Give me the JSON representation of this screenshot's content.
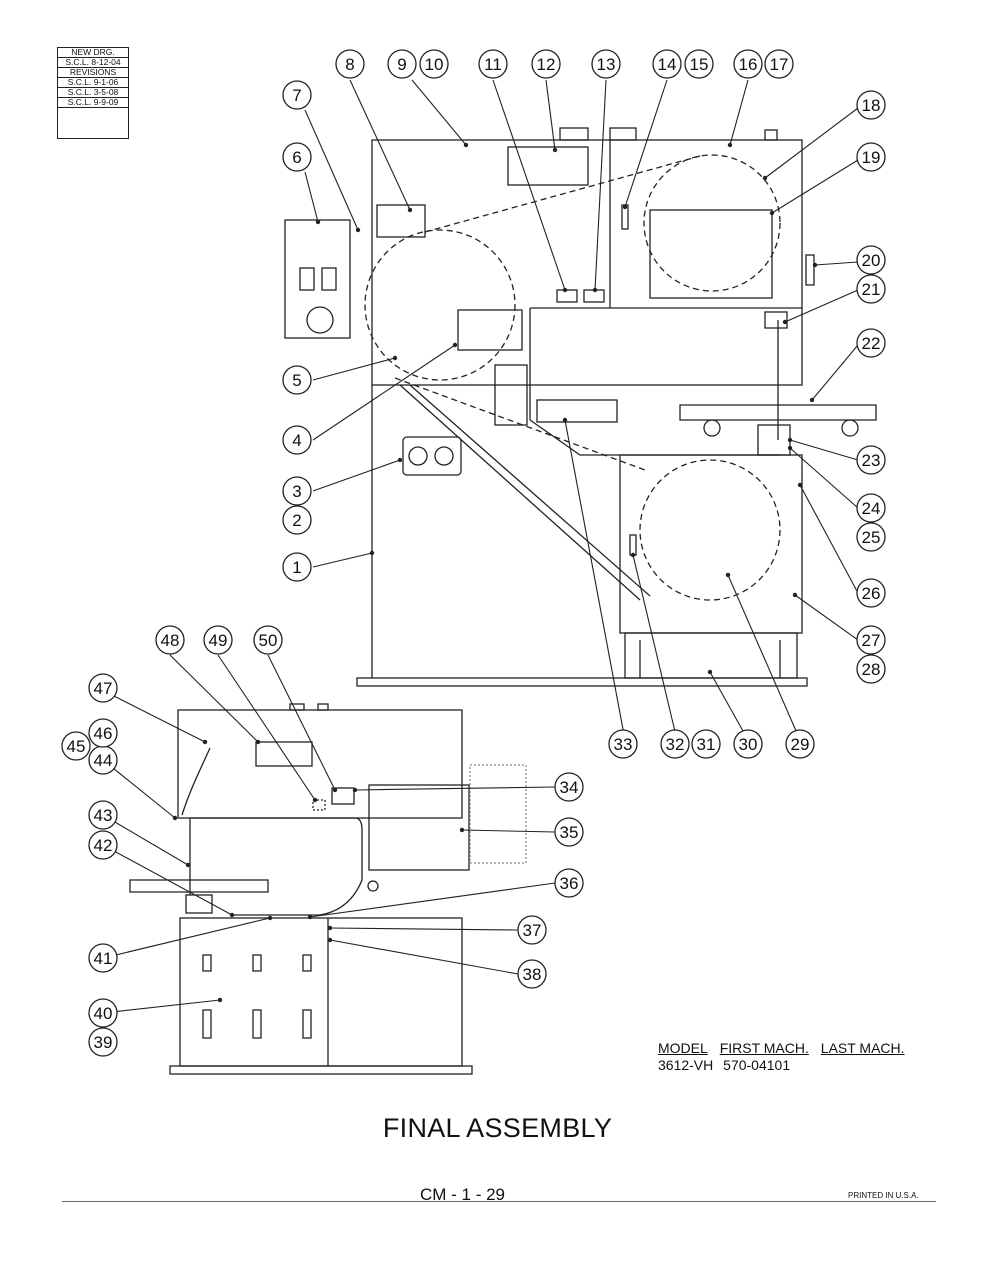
{
  "revision_block": {
    "lines": [
      "NEW DRG.",
      "S.C.L. 8-12-04",
      "REVISIONS",
      "S.C.L. 9-1-06",
      "S.C.L. 3-5-08",
      "S.C.L. 9-9-09"
    ]
  },
  "callouts": [
    {
      "id": "c1",
      "text": "1"
    },
    {
      "id": "c2",
      "text": "2"
    },
    {
      "id": "c3",
      "text": "3"
    },
    {
      "id": "c4",
      "text": "4"
    },
    {
      "id": "c5",
      "text": "5"
    },
    {
      "id": "c6",
      "text": "6"
    },
    {
      "id": "c7",
      "text": "7"
    },
    {
      "id": "c8",
      "text": "8"
    },
    {
      "id": "c9",
      "text": "9"
    },
    {
      "id": "c10",
      "text": "10"
    },
    {
      "id": "c11",
      "text": "11"
    },
    {
      "id": "c12",
      "text": "12"
    },
    {
      "id": "c13",
      "text": "13"
    },
    {
      "id": "c14",
      "text": "14"
    },
    {
      "id": "c15",
      "text": "15"
    },
    {
      "id": "c16",
      "text": "16"
    },
    {
      "id": "c17",
      "text": "17"
    },
    {
      "id": "c18",
      "text": "18"
    },
    {
      "id": "c19",
      "text": "19"
    },
    {
      "id": "c20",
      "text": "20"
    },
    {
      "id": "c21",
      "text": "21"
    },
    {
      "id": "c22",
      "text": "22"
    },
    {
      "id": "c23",
      "text": "23"
    },
    {
      "id": "c24",
      "text": "24"
    },
    {
      "id": "c25",
      "text": "25"
    },
    {
      "id": "c26",
      "text": "26"
    },
    {
      "id": "c27",
      "text": "27"
    },
    {
      "id": "c28",
      "text": "28"
    },
    {
      "id": "c29",
      "text": "29"
    },
    {
      "id": "c30",
      "text": "30"
    },
    {
      "id": "c31",
      "text": "31"
    },
    {
      "id": "c32",
      "text": "32"
    },
    {
      "id": "c33",
      "text": "33"
    },
    {
      "id": "c34",
      "text": "34"
    },
    {
      "id": "c35",
      "text": "35"
    },
    {
      "id": "c36",
      "text": "36"
    },
    {
      "id": "c37",
      "text": "37"
    },
    {
      "id": "c38",
      "text": "38"
    },
    {
      "id": "c39",
      "text": "39"
    },
    {
      "id": "c40",
      "text": "40"
    },
    {
      "id": "c41",
      "text": "41"
    },
    {
      "id": "c42",
      "text": "42"
    },
    {
      "id": "c43",
      "text": "43"
    },
    {
      "id": "c44",
      "text": "44"
    },
    {
      "id": "c45",
      "text": "45"
    },
    {
      "id": "c46",
      "text": "46"
    },
    {
      "id": "c47",
      "text": "47"
    },
    {
      "id": "c48",
      "text": "48"
    },
    {
      "id": "c49",
      "text": "49"
    },
    {
      "id": "c50",
      "text": "50"
    }
  ],
  "model_table": {
    "headers": [
      "MODEL",
      "FIRST MACH.",
      "LAST MACH."
    ],
    "rows": [
      [
        "3612-VH",
        "570-04101",
        ""
      ]
    ]
  },
  "title": "FINAL ASSEMBLY",
  "page_number": "CM - 1 - 29",
  "printed_note": "PRINTED IN U.S.A."
}
